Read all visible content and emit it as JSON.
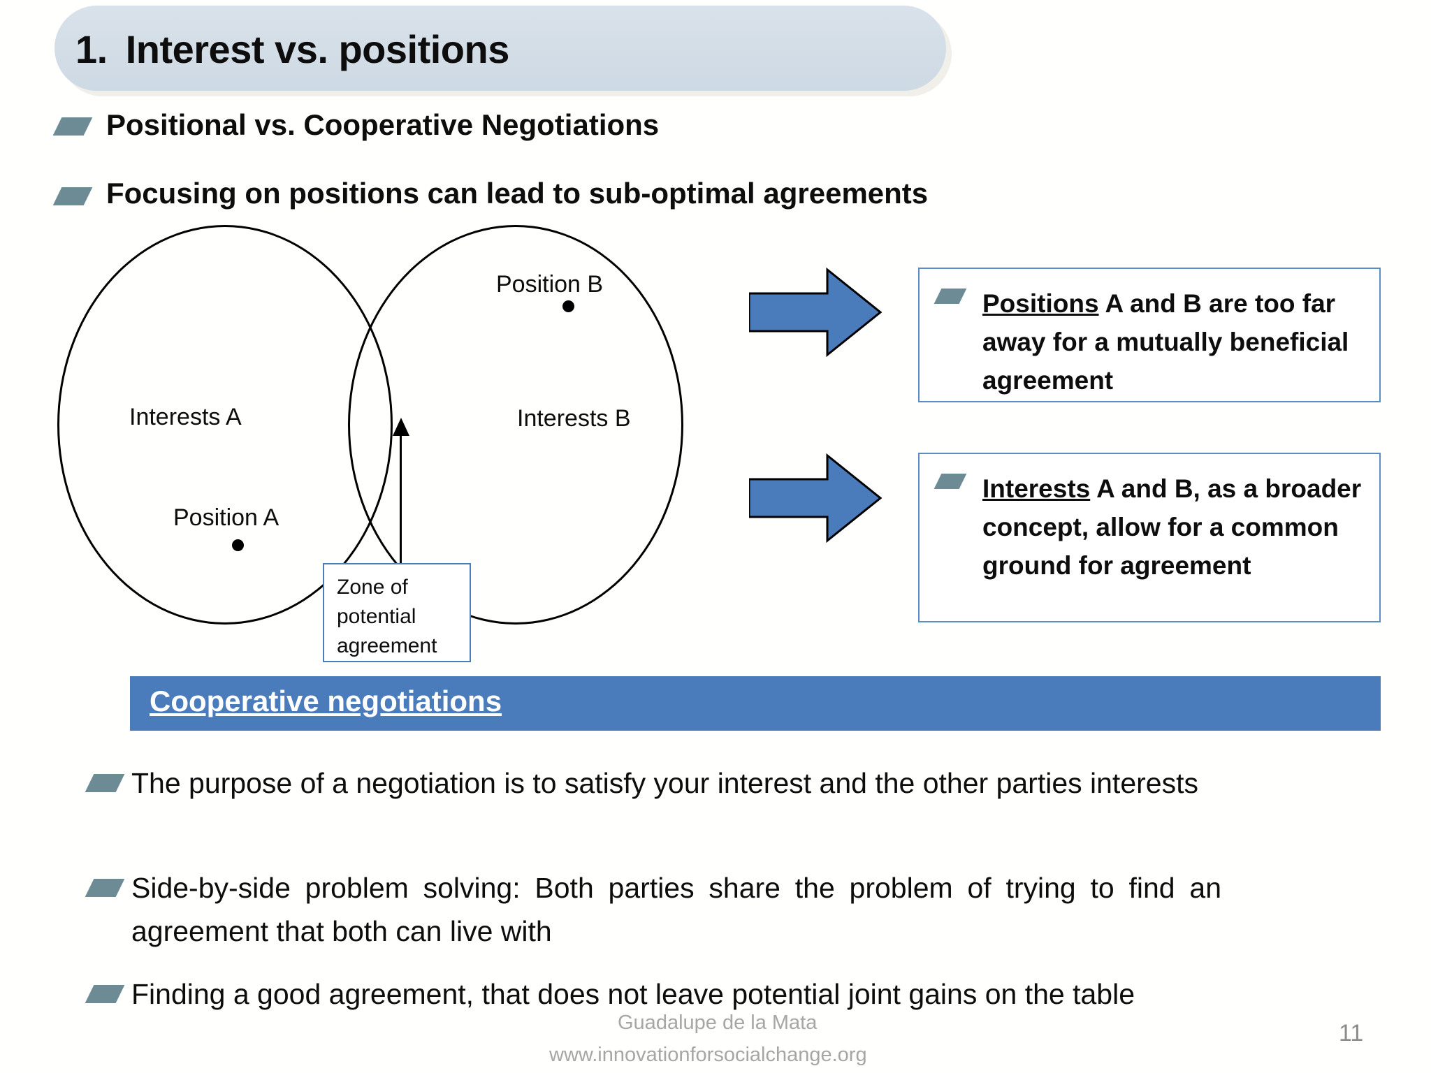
{
  "slide": {
    "title_number": "1.",
    "title": "Interest vs. positions",
    "page_number": "11",
    "background_color": "#fffffe",
    "title_bar_color": "#d4dfe8",
    "accent_blue": "#4a7cbb",
    "bullet_marker_color": "#6d8b95",
    "callout_border_color": "#5b8cc4"
  },
  "headlines": [
    {
      "text": "Positional vs. Cooperative Negotiations"
    },
    {
      "text": "Focusing on positions can lead to sub-optimal agreements"
    }
  ],
  "venn": {
    "circle_a_label": "Interests  A",
    "circle_b_label": "Interests B",
    "position_a_label": "Position A",
    "position_b_label": "Position B",
    "zone_line_1": "Zone of",
    "zone_line_2": "potential",
    "zone_line_3": "agreement"
  },
  "callouts": [
    {
      "emphasis": "Positions",
      "rest": " A and B are too far away for a mutually beneficial agreement"
    },
    {
      "emphasis": "Interests",
      "rest": " A and B, as a broader concept, allow for a common ground for agreement"
    }
  ],
  "banner": {
    "label": "Cooperative negotiations"
  },
  "bullets": [
    {
      "text": "The purpose of a negotiation is to satisfy your interest and the other parties interests"
    },
    {
      "text": "Side-by-side problem solving: Both parties share the problem of trying to find an agreement that both can live with"
    },
    {
      "text": "Finding a good agreement, that does not leave potential joint gains on the table"
    }
  ],
  "footer": {
    "author": "Guadalupe de la Mata",
    "website": "www.innovationforsocialchange.org"
  }
}
